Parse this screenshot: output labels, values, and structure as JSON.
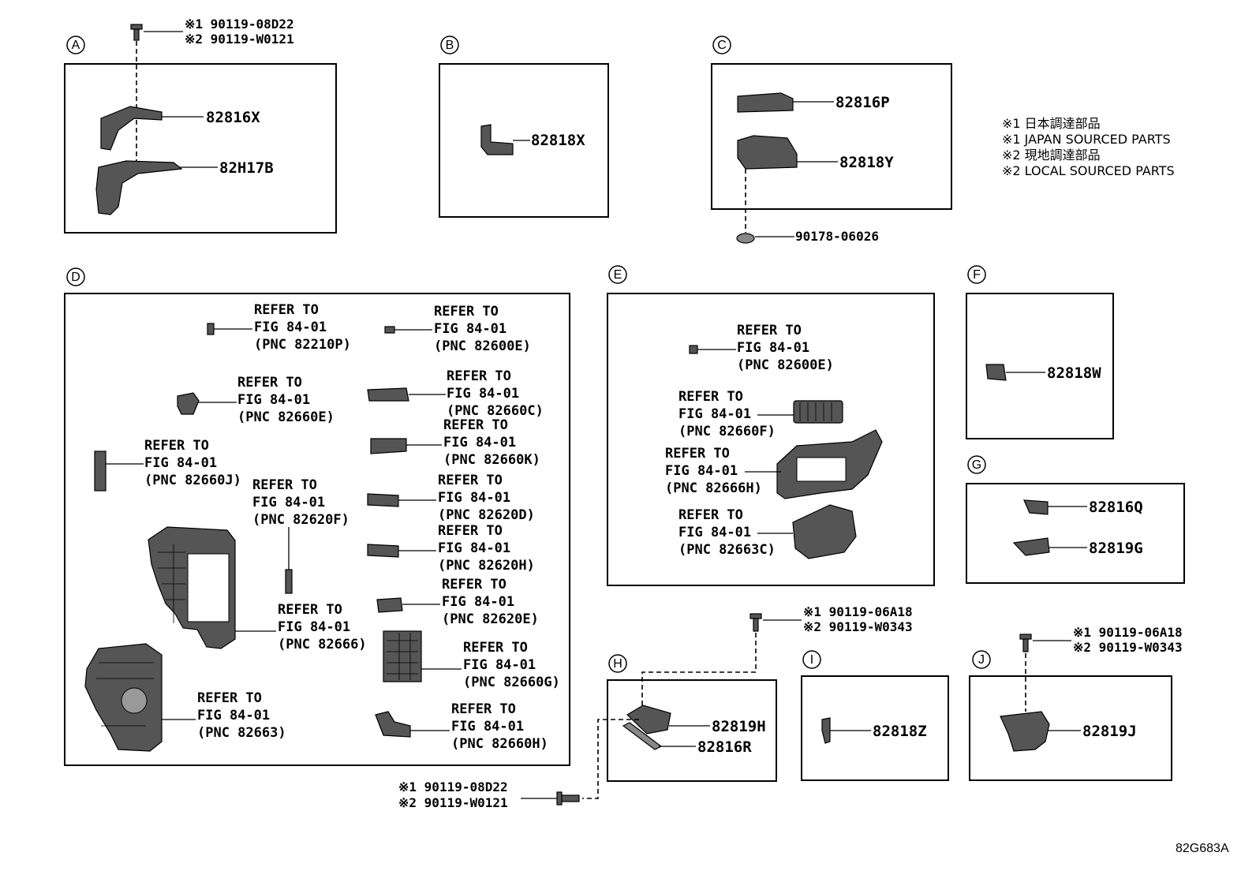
{
  "legend": {
    "line1": "※1 日本調達部品",
    "line2": "※1 JAPAN SOURCED PARTS",
    "line3": "※2 現地調達部品",
    "line4": "※2 LOCAL SOURCED PARTS"
  },
  "diagram_code": "82G683A",
  "sections": {
    "A": {
      "label": "A",
      "note1": "※1 90119-08D22",
      "note2": "※2 90119-W0121",
      "parts": [
        "82816X",
        "82H17B"
      ]
    },
    "B": {
      "label": "B",
      "parts": [
        "82818X"
      ]
    },
    "C": {
      "label": "C",
      "parts": [
        "82816P",
        "82818Y",
        "90178-06026"
      ]
    },
    "D": {
      "label": "D",
      "refs": [
        {
          "l1": "REFER TO",
          "l2": "FIG 84-01",
          "l3": "(PNC 82210P)"
        },
        {
          "l1": "REFER TO",
          "l2": "FIG 84-01",
          "l3": "(PNC 82600E)"
        },
        {
          "l1": "REFER TO",
          "l2": "FIG 84-01",
          "l3": "(PNC 82660E)"
        },
        {
          "l1": "REFER TO",
          "l2": "FIG 84-01",
          "l3": "(PNC 82660C)"
        },
        {
          "l1": "REFER TO",
          "l2": "FIG 84-01",
          "l3": "(PNC 82660K)"
        },
        {
          "l1": "REFER TO",
          "l2": "FIG 84-01",
          "l3": "(PNC 82660J)"
        },
        {
          "l1": "REFER TO",
          "l2": "FIG 84-01",
          "l3": "(PNC 82620F)"
        },
        {
          "l1": "REFER TO",
          "l2": "FIG 84-01",
          "l3": "(PNC 82620D)"
        },
        {
          "l1": "REFER TO",
          "l2": "FIG 84-01",
          "l3": "(PNC 82620H)"
        },
        {
          "l1": "REFER TO",
          "l2": "FIG 84-01",
          "l3": "(PNC 82620E)"
        },
        {
          "l1": "REFER TO",
          "l2": "FIG 84-01",
          "l3": "(PNC 82666)"
        },
        {
          "l1": "REFER TO",
          "l2": "FIG 84-01",
          "l3": "(PNC 82660G)"
        },
        {
          "l1": "REFER TO",
          "l2": "FIG 84-01",
          "l3": "(PNC 82663)"
        },
        {
          "l1": "REFER TO",
          "l2": "FIG 84-01",
          "l3": "(PNC 82660H)"
        }
      ]
    },
    "E": {
      "label": "E",
      "refs": [
        {
          "l1": "REFER TO",
          "l2": "FIG 84-01",
          "l3": "(PNC 82600E)"
        },
        {
          "l1": "REFER TO",
          "l2": "FIG 84-01",
          "l3": "(PNC 82660F)"
        },
        {
          "l1": "REFER TO",
          "l2": "FIG 84-01",
          "l3": "(PNC 82666H)"
        },
        {
          "l1": "REFER TO",
          "l2": "FIG 84-01",
          "l3": "(PNC 82663C)"
        }
      ]
    },
    "F": {
      "label": "F",
      "parts": [
        "82818W"
      ]
    },
    "G": {
      "label": "G",
      "parts": [
        "82816Q",
        "82819G"
      ]
    },
    "H": {
      "label": "H",
      "parts": [
        "82819H",
        "82816R"
      ],
      "top_note1": "※1 90119-06A18",
      "top_note2": "※2 90119-W0343",
      "bottom_note1": "※1 90119-08D22",
      "bottom_note2": "※2 90119-W0121"
    },
    "I": {
      "label": "I",
      "parts": [
        "82818Z"
      ]
    },
    "J": {
      "label": "J",
      "parts": [
        "82819J"
      ],
      "note1": "※1 90119-06A18",
      "note2": "※2 90119-W0343"
    }
  }
}
